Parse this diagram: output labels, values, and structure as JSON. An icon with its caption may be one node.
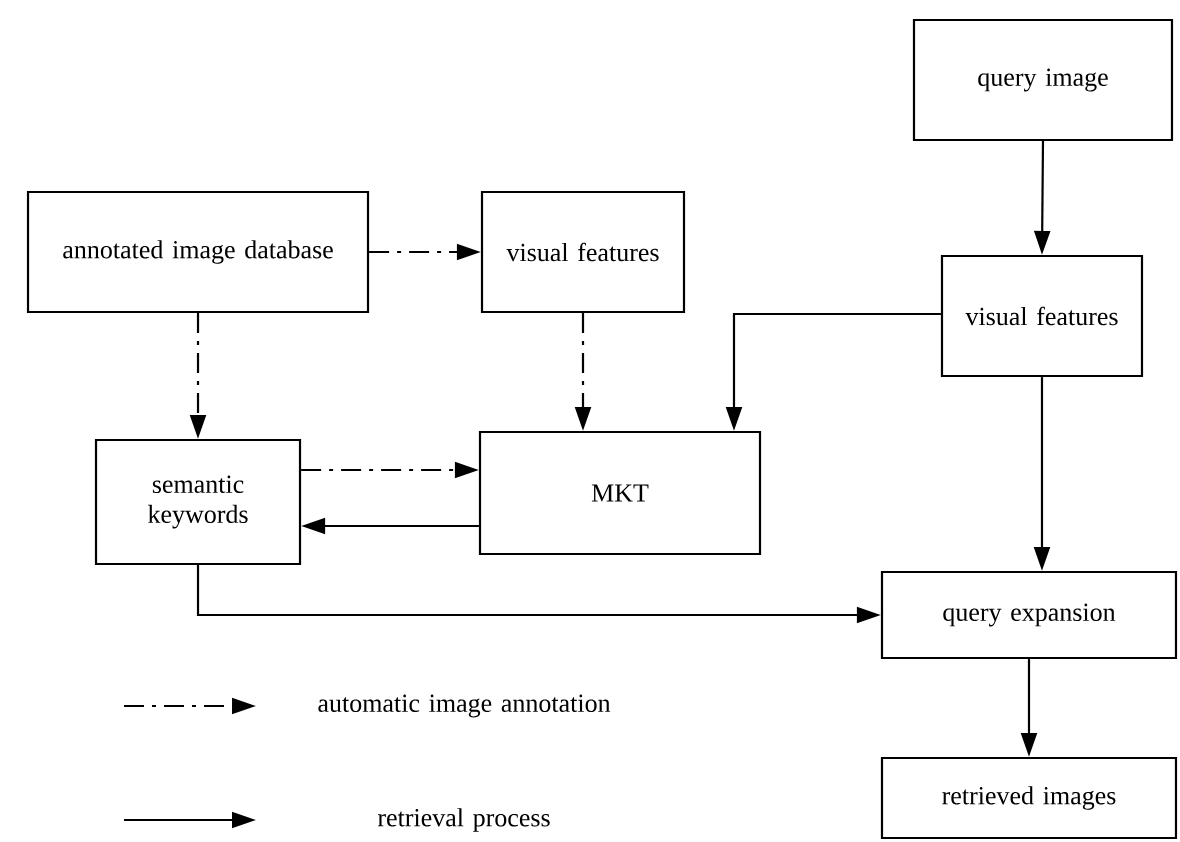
{
  "diagram": {
    "nodes": [
      {
        "text": [
          "query image"
        ]
      },
      {
        "text": [
          "annotated image database"
        ]
      },
      {
        "text": [
          "visual features"
        ]
      },
      {
        "text": [
          "visual features"
        ]
      },
      {
        "text": [
          "semantic keywords"
        ]
      },
      {
        "text": [
          "MKT"
        ]
      },
      {
        "text": [
          "query expansion"
        ]
      },
      {
        "text": [
          "retrieved images"
        ]
      }
    ],
    "edges": [
      {
        "from": 1,
        "to": 2,
        "arrow": "to",
        "style": "dashed"
      },
      {
        "from": 1,
        "to": 4,
        "arrow": "to",
        "style": "dashed"
      },
      {
        "from": 2,
        "to": 5,
        "arrow": "to",
        "style": "dashed"
      },
      {
        "from": 4,
        "to": 5,
        "arrow": "to",
        "style": "dashed"
      },
      {
        "from": 5,
        "to": 4,
        "arrow": "to"
      },
      {
        "from": 0,
        "to": 3,
        "arrow": "to"
      },
      {
        "from": 3,
        "to": 5,
        "arrow": "to"
      },
      {
        "from": 3,
        "to": 6,
        "arrow": "to"
      },
      {
        "from": 4,
        "to": 6,
        "arrow": "to"
      },
      {
        "from": 6,
        "to": 7,
        "arrow": "to"
      }
    ],
    "legend": [
      {
        "text": "automatic image annotation"
      },
      {
        "text": "retrieval process"
      }
    ]
  }
}
